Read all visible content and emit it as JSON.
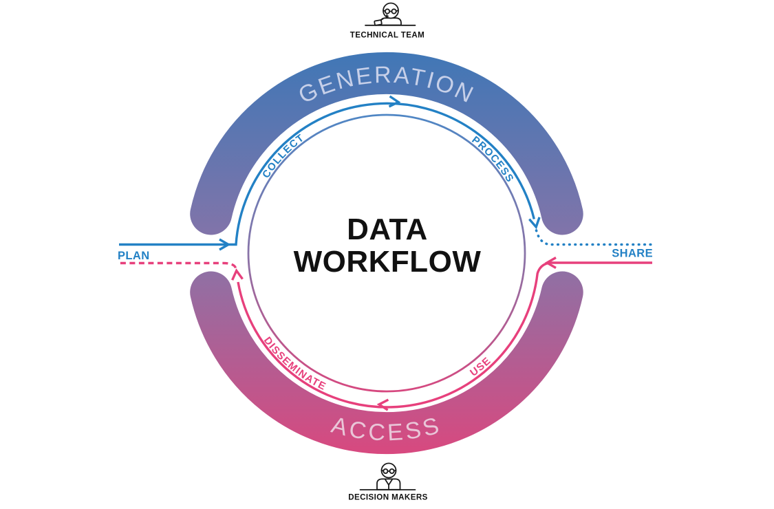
{
  "diagram": {
    "title_line1": "DATA",
    "title_line2": "WORKFLOW",
    "ring": {
      "top_phase": "GENERATION",
      "bottom_phase": "ACCESS",
      "gradient_top": "#4077b6",
      "gradient_middle": "#8874a8",
      "gradient_bottom": "#d8497f"
    },
    "steps": {
      "collect": "COLLECT",
      "process": "PROCESS",
      "use": "USE",
      "disseminate": "DISSEMINATE"
    },
    "io": {
      "plan": "PLAN",
      "share": "SHARE"
    },
    "colors": {
      "generation_flow": "#2381c5",
      "access_flow": "#e7407c",
      "phase_text_top": "#c7d0e9",
      "phase_text_bottom": "#e9c6d8",
      "title": "#111111"
    },
    "actors": {
      "top": {
        "label": "TECHNICAL TEAM",
        "icon": "person-with-glasses-at-laptop-icon"
      },
      "bottom": {
        "label": "DECISION MAKERS",
        "icon": "person-in-suit-at-desk-icon"
      }
    }
  }
}
